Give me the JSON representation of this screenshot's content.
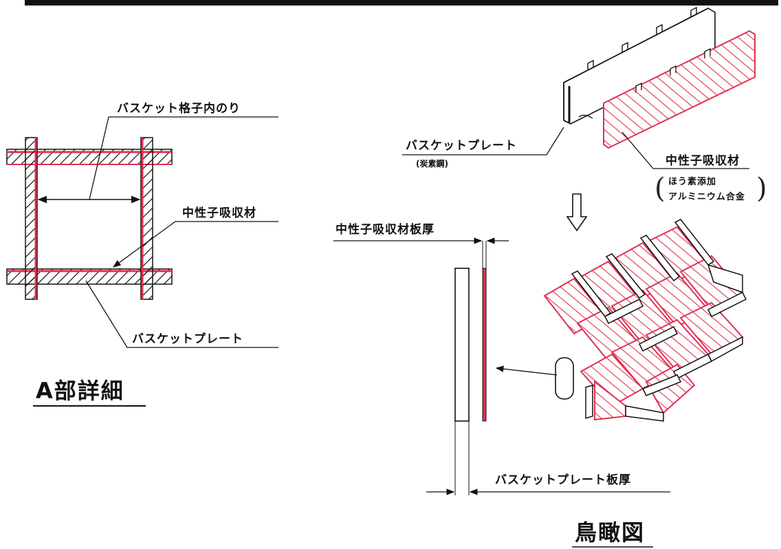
{
  "detail": {
    "label_inner": "バスケット格子内のり",
    "label_absorber": "中性子吸収材",
    "label_plate": "バスケットプレート",
    "title": "A部詳細"
  },
  "isometric": {
    "label_plate": "バスケットプレート",
    "label_plate_material": "(炭素鋼)",
    "label_absorber": "中性子吸収材",
    "label_absorber_material_1": "ほう素添加",
    "label_absorber_material_2": "アルミニウム合金",
    "title": "鳥瞰図"
  },
  "thickness": {
    "label_absorber_thickness": "中性子吸収材板厚",
    "label_plate_thickness": "バスケットプレート板厚"
  },
  "colors": {
    "absorber": "#e03050",
    "line": "#111111"
  }
}
